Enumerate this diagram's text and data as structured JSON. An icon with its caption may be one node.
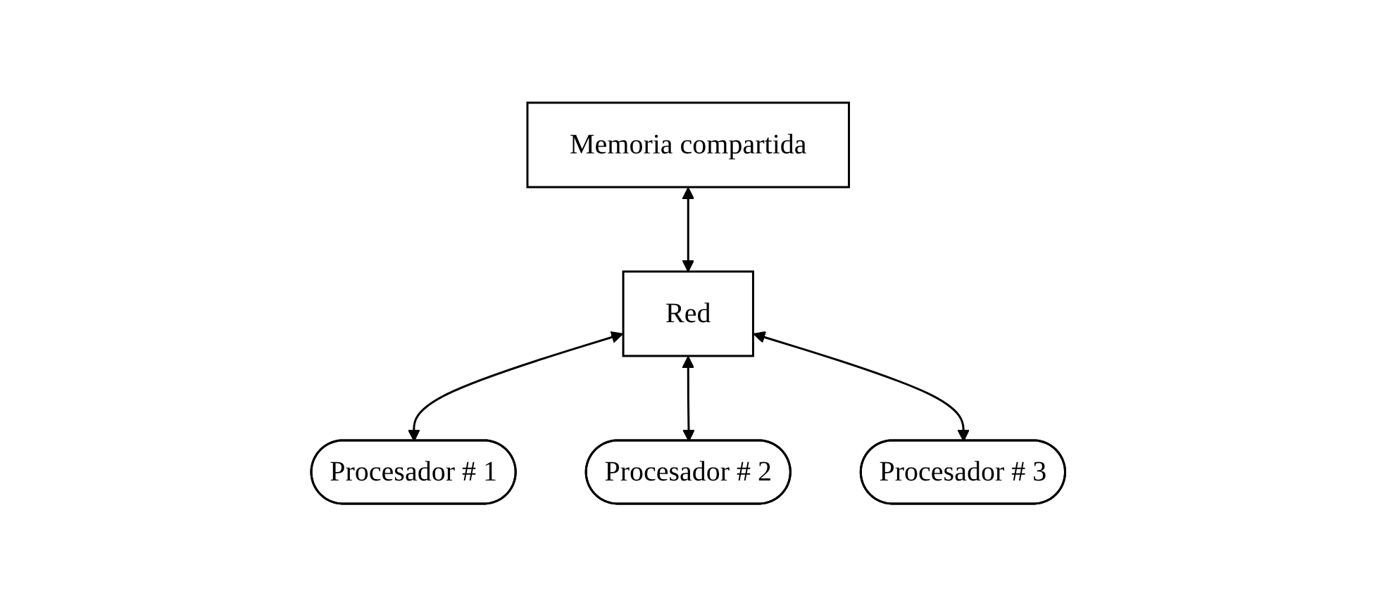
{
  "diagram": {
    "nodes": [
      {
        "text": [
          "Memoria compartida"
        ]
      },
      {
        "text": [
          "Red"
        ]
      },
      {
        "text": [
          "Procesador # 1"
        ]
      },
      {
        "text": [
          "Procesador # 2"
        ]
      },
      {
        "text": [
          "Procesador # 3"
        ]
      }
    ],
    "edges": [
      {
        "from": 0,
        "to": 1,
        "arrow": "both"
      },
      {
        "from": 1,
        "to": 2,
        "arrow": "both"
      },
      {
        "from": 1,
        "to": 3,
        "arrow": "both"
      },
      {
        "from": 1,
        "to": 4,
        "arrow": "both"
      }
    ]
  }
}
